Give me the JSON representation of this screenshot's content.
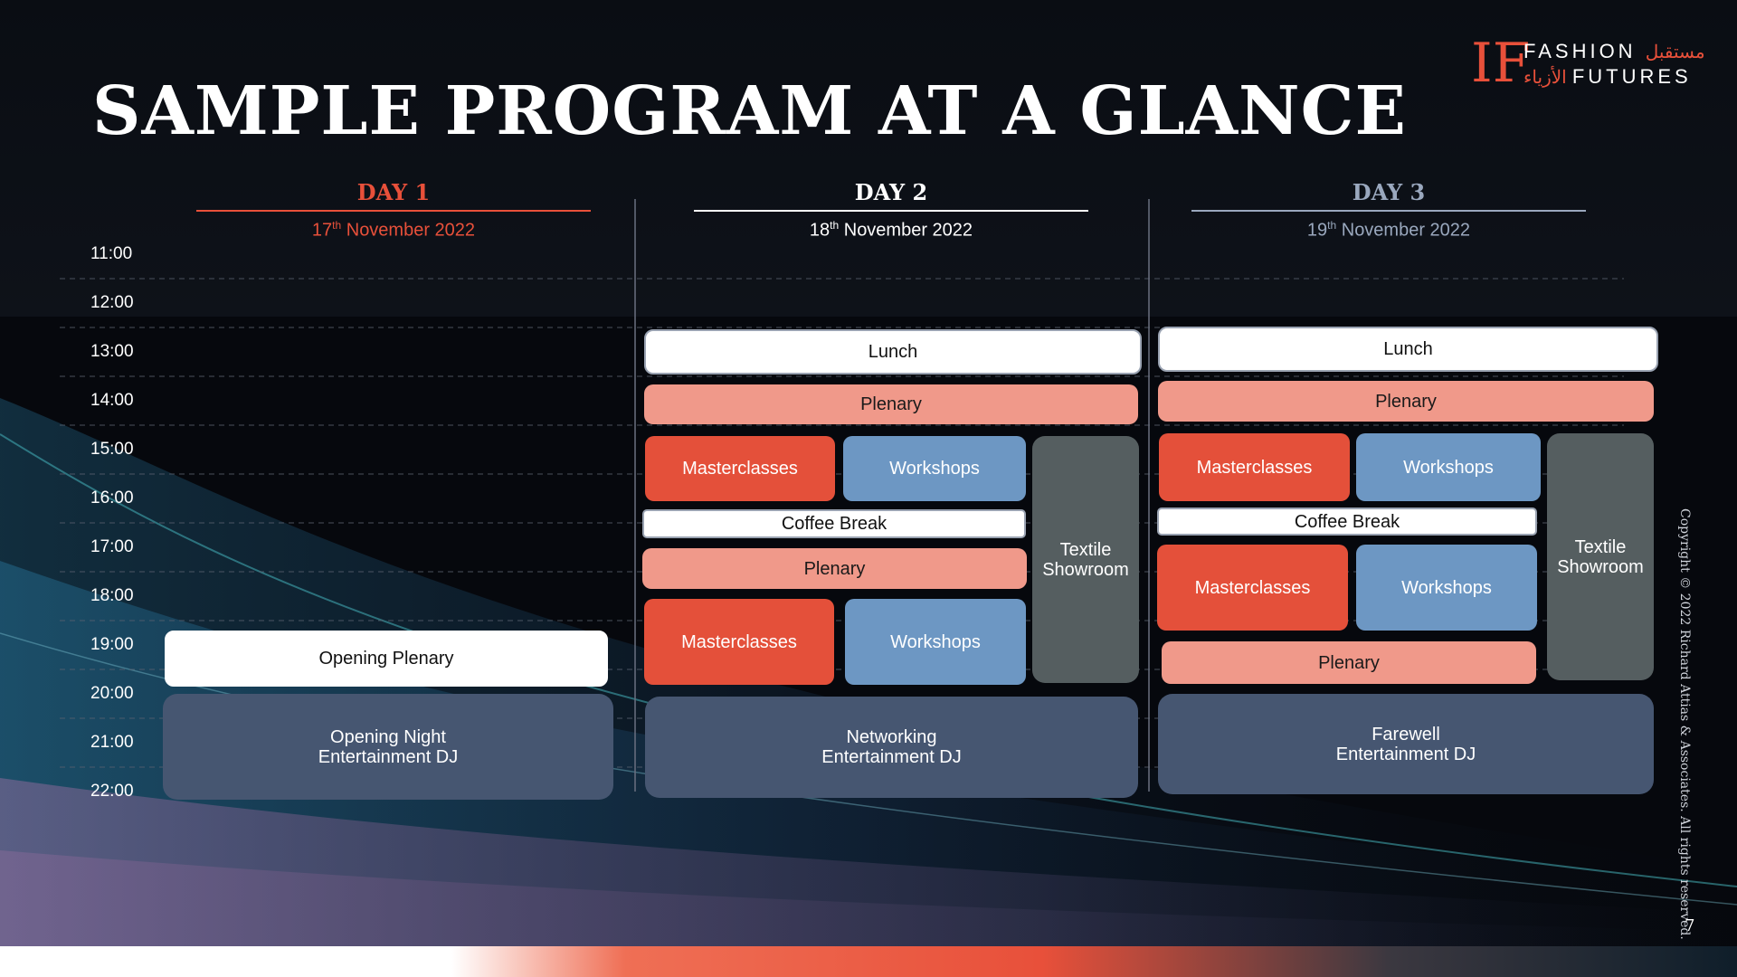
{
  "title": "SAMPLE PROGRAM AT A GLANCE",
  "logo": {
    "line1": "FASHION",
    "line1_arabic": "مستقبل",
    "line2": "FUTURES",
    "line2_arabic": "الأزياء",
    "icon": "fashion-futures-monogram"
  },
  "days": [
    {
      "title": "DAY 1",
      "date_day": "17",
      "date_suffix": "th",
      "date_rest": " November 2022",
      "color": "#e8503a"
    },
    {
      "title": "DAY 2",
      "date_day": "18",
      "date_suffix": "th",
      "date_rest": " November 2022",
      "color": "#ffffff"
    },
    {
      "title": "DAY 3",
      "date_day": "19",
      "date_suffix": "th",
      "date_rest": " November 2022",
      "color": "#9aa8be"
    }
  ],
  "times": [
    "11:00",
    "12:00",
    "13:00",
    "14:00",
    "15:00",
    "16:00",
    "17:00",
    "18:00",
    "19:00",
    "20:00",
    "21:00",
    "22:00"
  ],
  "day1": {
    "opening_plenary": "Opening Plenary",
    "entertainment": "Opening Night\nEntertainment DJ"
  },
  "day2": {
    "lunch": "Lunch",
    "plenary_1": "Plenary",
    "masterclasses_1": "Masterclasses",
    "workshops_1": "Workshops",
    "coffee_break": "Coffee Break",
    "plenary_2": "Plenary",
    "masterclasses_2": "Masterclasses",
    "workshops_2": "Workshops",
    "textile_showroom": "Textile\nShowroom",
    "entertainment": "Networking\nEntertainment DJ"
  },
  "day3": {
    "lunch": "Lunch",
    "plenary_1": "Plenary",
    "masterclasses_1": "Masterclasses",
    "workshops_1": "Workshops",
    "coffee_break": "Coffee Break",
    "masterclasses_2": "Masterclasses",
    "workshops_2": "Workshops",
    "plenary_2": "Plenary",
    "textile_showroom": "Textile\nShowroom",
    "entertainment": "Farewell\nEntertainment DJ"
  },
  "colors": {
    "accent": "#e8503a",
    "plenary": "#f0998a",
    "masterclass": "#e4503a",
    "workshop": "#6d97c3",
    "textile": "#555e60",
    "entertainment": "#465671"
  },
  "copyright": "Copyright © 2022 Richard Attias & Associates. All rights reserved.",
  "page_number": "7"
}
